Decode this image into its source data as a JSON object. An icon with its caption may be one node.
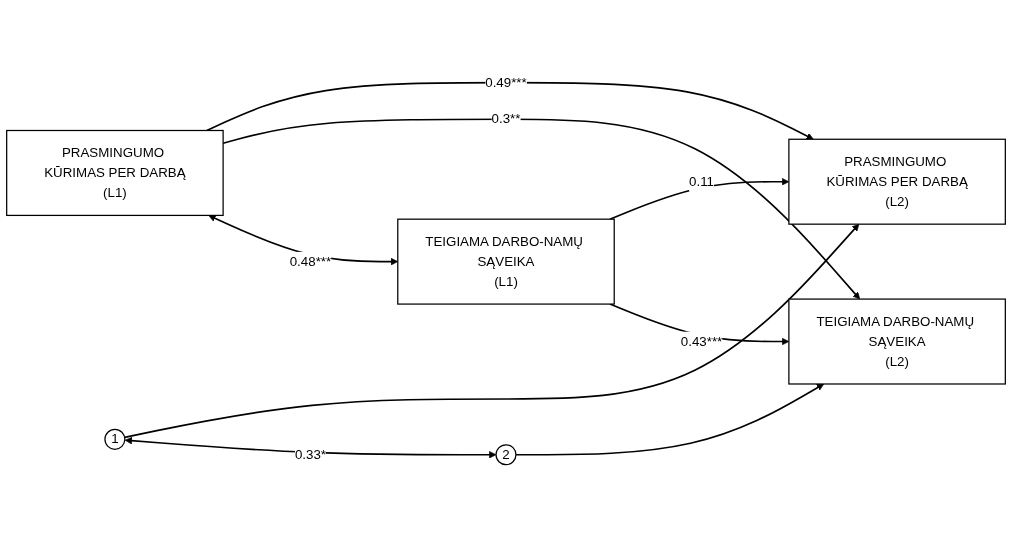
{
  "diagram": {
    "nodes": [
      {
        "text": [
          "PRASMINGUMO KŪRIMAS PER DARBĄ",
          "(L1)"
        ]
      },
      {
        "text": [
          "PRASMINGUMO KŪRIMAS PER DARBĄ",
          "(L2)"
        ]
      },
      {
        "text": [
          "TEIGIAMA DARBO-NAMŲ SĄVEIKA",
          "(L1)"
        ]
      },
      {
        "text": [
          "TEIGIAMA DARBO-NAMŲ SĄVEIKA",
          "(L2)"
        ]
      },
      {
        "text": [
          "1"
        ]
      },
      {
        "text": [
          "2"
        ]
      }
    ],
    "edges": [
      {
        "from": 0,
        "to": 1,
        "arrow": "to",
        "label": "0.49***"
      },
      {
        "from": 0,
        "to": 3,
        "arrow": "to",
        "label": "0.3**"
      },
      {
        "from": 2,
        "to": 1,
        "arrow": "to",
        "label": "0.11"
      },
      {
        "from": 0,
        "to": 2,
        "arrow": "both",
        "label": "0.48***"
      },
      {
        "from": 2,
        "to": 3,
        "arrow": "to",
        "label": "0.43***"
      },
      {
        "from": 4,
        "to": 1,
        "arrow": "to"
      },
      {
        "from": 5,
        "to": 3,
        "arrow": "to"
      },
      {
        "from": 4,
        "to": 5,
        "arrow": "both",
        "label": "0.33*"
      }
    ]
  }
}
